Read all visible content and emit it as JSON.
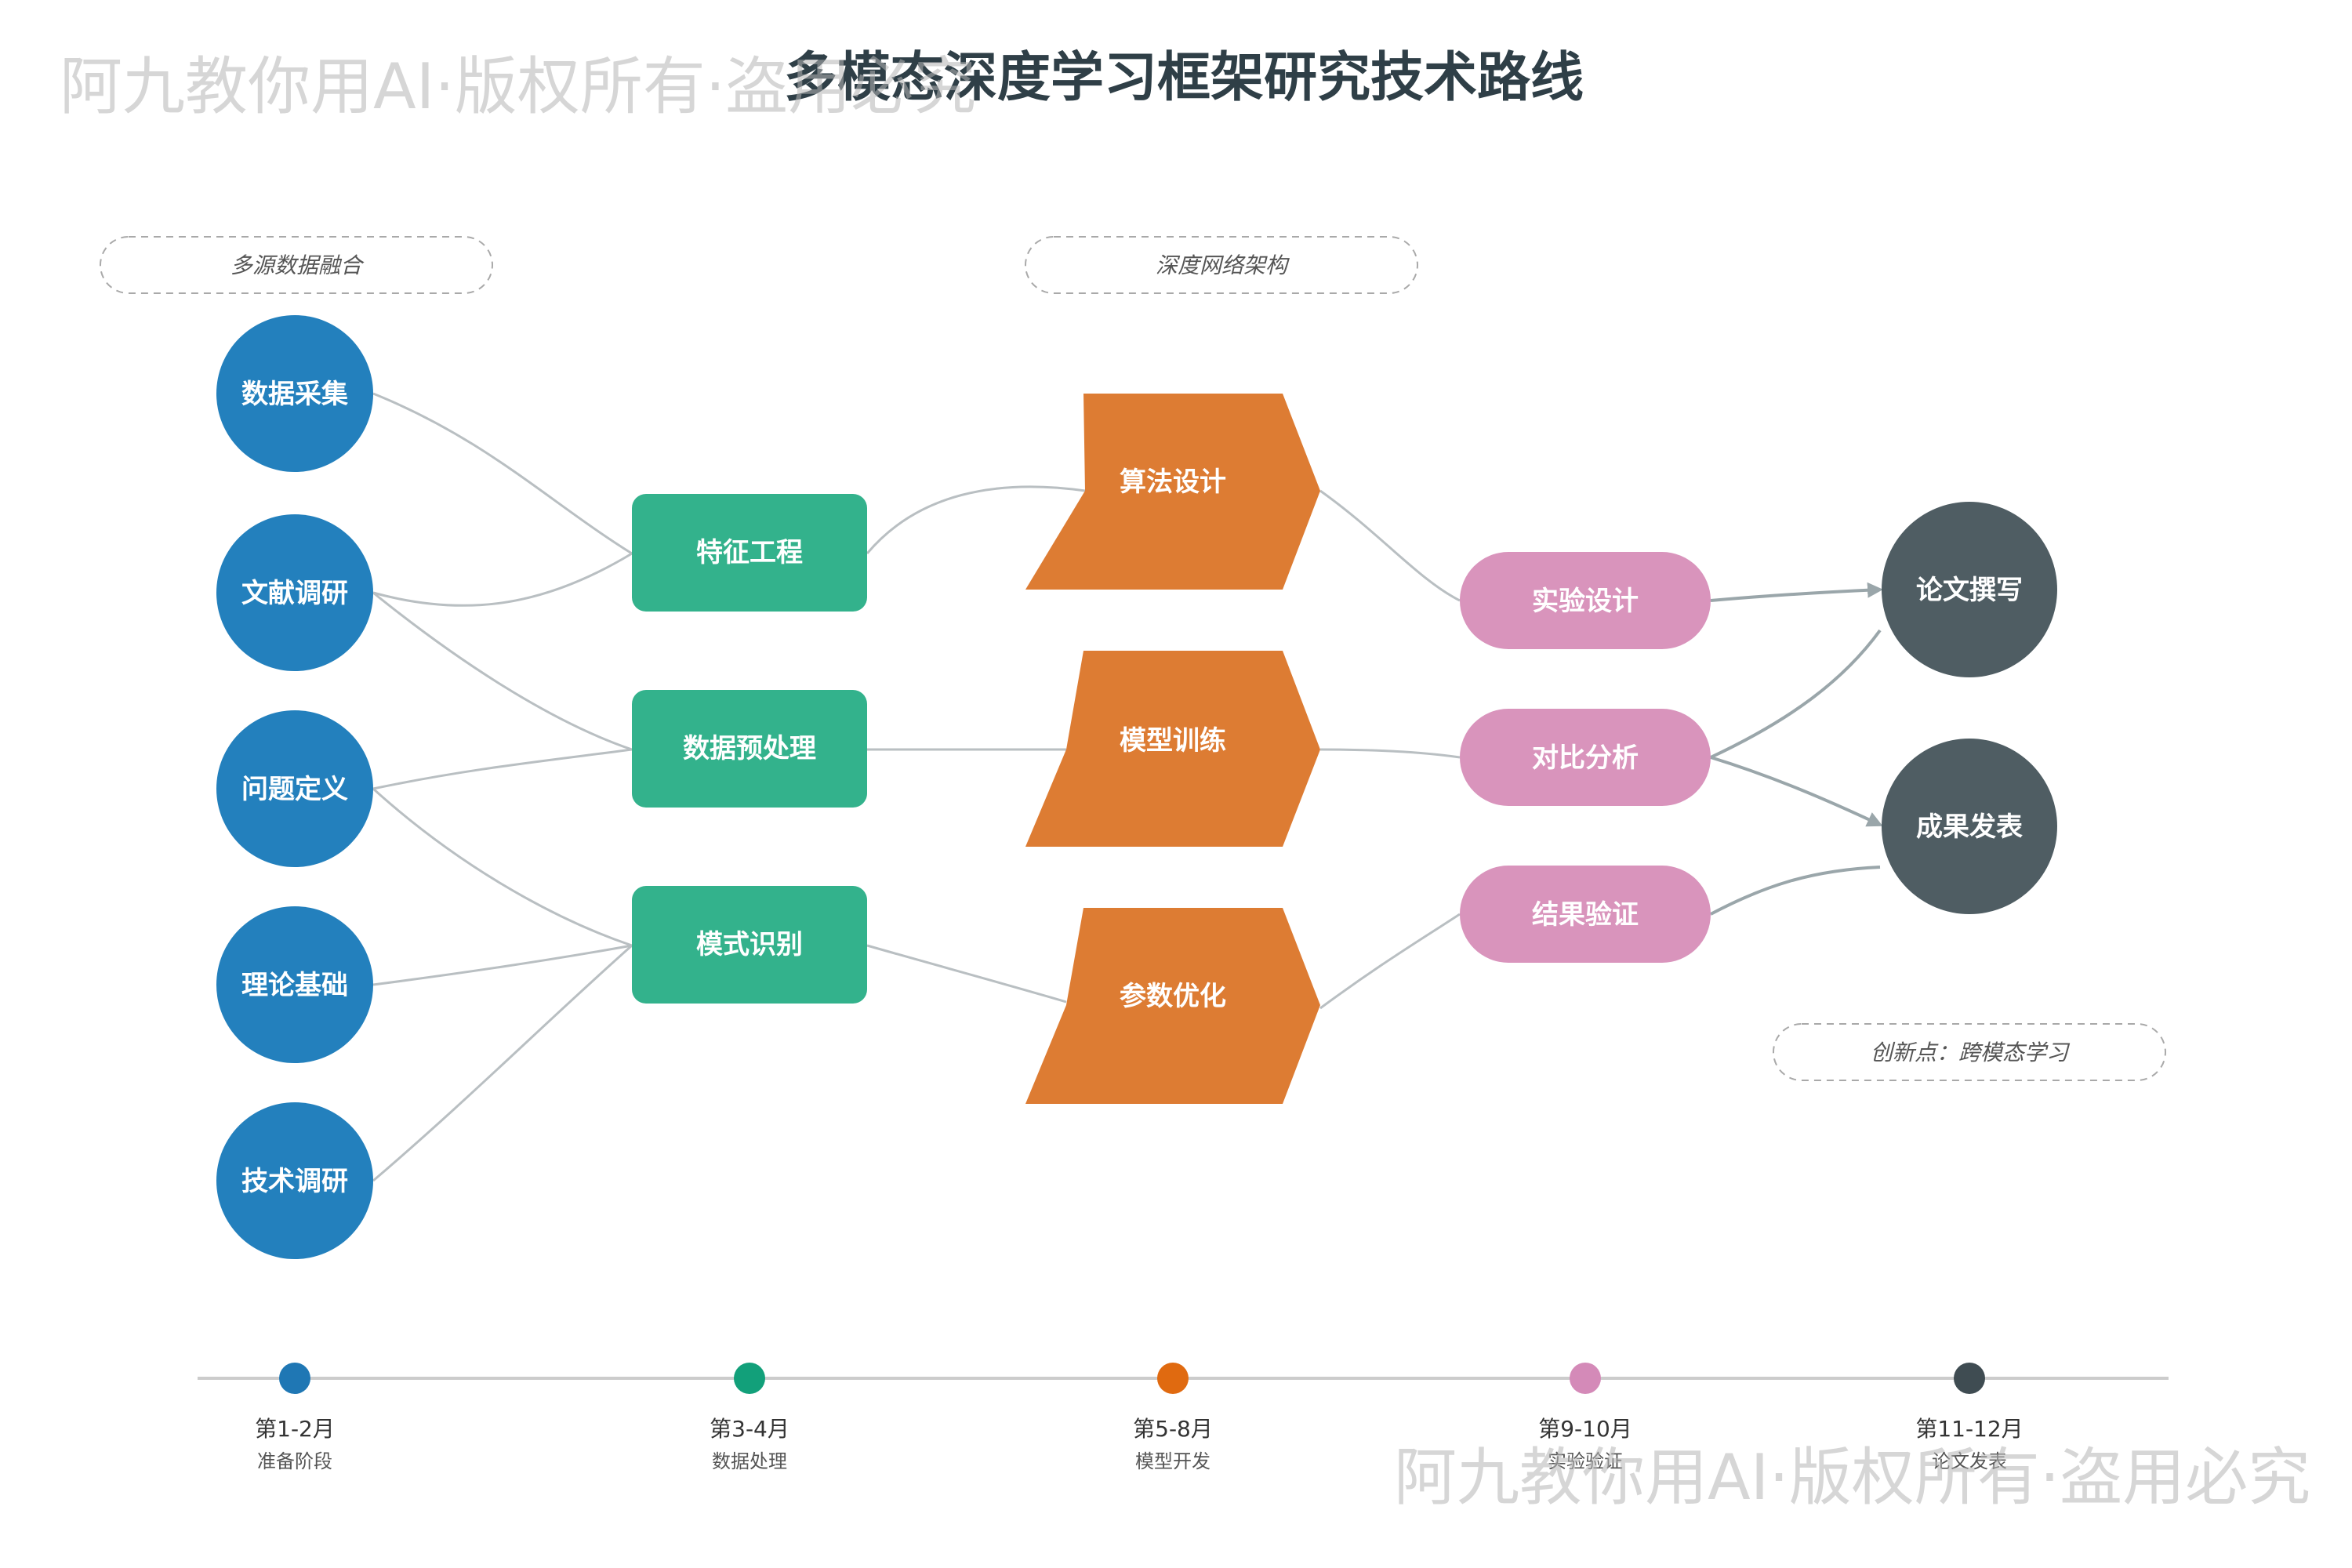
{
  "title": "多模态深度学习框架研究技术路线",
  "watermark": "阿九教你用AI·版权所有·盗用必究",
  "group_labels": {
    "data_fusion": "多源数据融合",
    "deep_arch": "深度网络架构",
    "innovation": "创新点：跨模态学习"
  },
  "nodes": {
    "data_collection": "数据采集",
    "literature_review": "文献调研",
    "problem_definition": "问题定义",
    "theory_basis": "理论基础",
    "tech_research": "技术调研",
    "feature_engineering": "特征工程",
    "data_preprocessing": "数据预处理",
    "pattern_recognition": "模式识别",
    "algorithm_design": "算法设计",
    "model_training": "模型训练",
    "parameter_optimization": "参数优化",
    "experiment_design": "实验设计",
    "comparative_analysis": "对比分析",
    "result_validation": "结果验证",
    "paper_writing": "论文撰写",
    "publication": "成果发表"
  },
  "timeline": [
    {
      "period": "第1-2月",
      "phase": "准备阶段",
      "color": "#1f77b4"
    },
    {
      "period": "第3-4月",
      "phase": "数据处理",
      "color": "#12a07a"
    },
    {
      "period": "第5-8月",
      "phase": "模型开发",
      "color": "#e06a10"
    },
    {
      "period": "第9-10月",
      "phase": "实验验证",
      "color": "#d48ab8"
    },
    {
      "period": "第11-12月",
      "phase": "论文发表",
      "color": "#3f4c52"
    }
  ],
  "colors": {
    "blue": "#2380bd",
    "green": "#33b28c",
    "orange": "#dd7c33",
    "pink": "#d994bc",
    "slate": "#4f5d63",
    "connector": "#b9bfc2",
    "timeline_line": "#cccccc"
  }
}
